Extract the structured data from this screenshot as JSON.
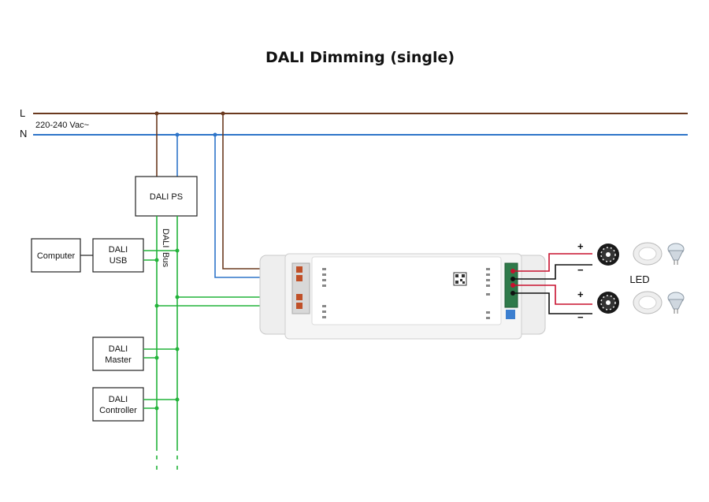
{
  "title": "DALI Dimming (single)",
  "mains": {
    "line_label": "L",
    "neutral_label": "N",
    "voltage": "220-240 Vac~",
    "line_color": "#6b3a1f",
    "neutral_color": "#2e75c9"
  },
  "bus": {
    "label_top": "DALI",
    "label_bottom": "Bus",
    "color": "#22b33a"
  },
  "devices": {
    "power_supply": "DALI PS",
    "computer": "Computer",
    "usb_line1": "DALI",
    "usb_line2": "USB",
    "master_line1": "DALI",
    "master_line2": "Master",
    "controller_line1": "DALI",
    "controller_line2": "Controller"
  },
  "outputs": {
    "plus_top": "+",
    "minus_top": "−",
    "plus_bottom": "+",
    "minus_bottom": "−",
    "load_label": "LED",
    "plus_color": "#c8102e",
    "minus_color": "#111111"
  }
}
